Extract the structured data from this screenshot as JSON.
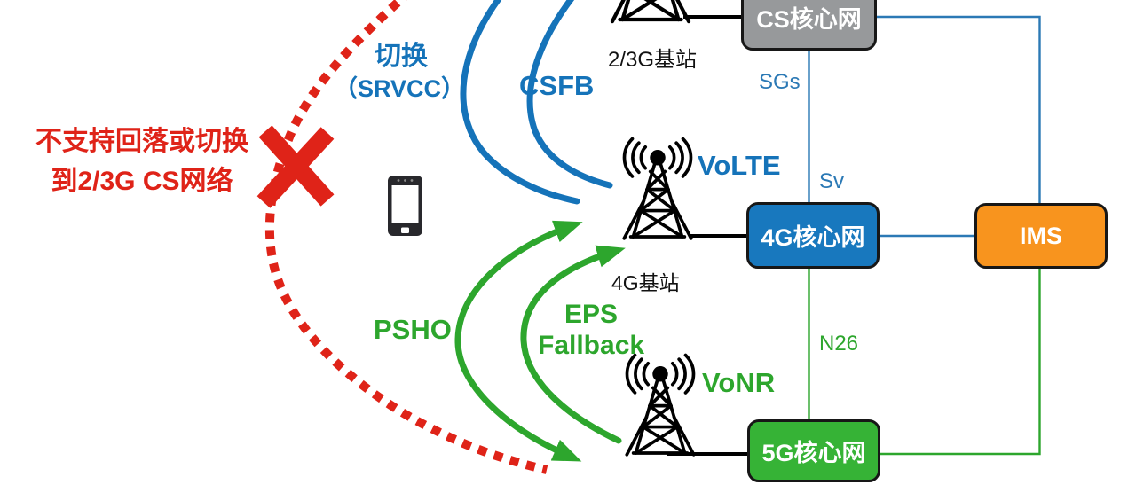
{
  "annotation": {
    "line1": "不支持回落或切换",
    "line2": "到2/3G CS网络"
  },
  "handover_labels": {
    "srvcc_line1": "切换",
    "srvcc_line2": "（SRVCC）",
    "csfb": "CSFB",
    "psho": "PSHO",
    "eps_line1": "EPS",
    "eps_line2": "Fallback"
  },
  "voice_labels": {
    "volte": "VoLTE",
    "vonr": "VoNR"
  },
  "stations": {
    "bs_23g": "2/3G基站",
    "bs_4g": "4G基站"
  },
  "core_boxes": {
    "cs_core": "CS核心网",
    "core_4g": "4G核心网",
    "core_5g": "5G核心网",
    "ims": "IMS"
  },
  "interfaces": {
    "sgs": "SGs",
    "sv": "Sv",
    "n26": "N26"
  },
  "colors": {
    "red": "#DF2318",
    "blue": "#1573B9",
    "green": "#2DA62D",
    "box_gray": "#97999B",
    "box_blue": "#1878BE",
    "box_green": "#36B336",
    "box_orange": "#F8941E",
    "black": "#000000"
  }
}
